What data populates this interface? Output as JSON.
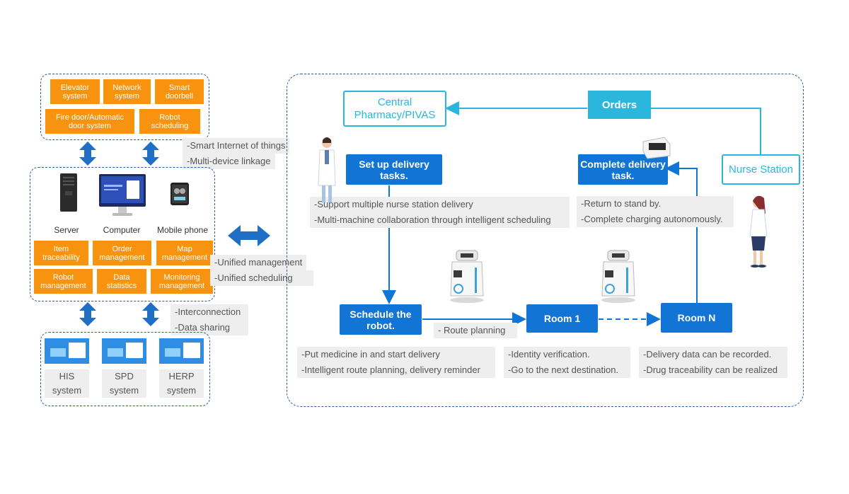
{
  "left": {
    "iot_boxes": [
      "Elevator system",
      "Network system",
      "Smart doorbell",
      "Fire door/Automatic door system",
      "Robot scheduling"
    ],
    "iot_notes": [
      "-Smart Internet of things",
      "-Multi-device linkage"
    ],
    "devices": [
      "Server",
      "Computer",
      "Mobile phone"
    ],
    "mgmt_boxes": [
      "Item traceability",
      "Order management",
      "Map management",
      "Robot management",
      "Data statistics",
      "Monitoring management"
    ],
    "mgmt_notes": [
      "-Unified management",
      "-Unified scheduling"
    ],
    "sys_notes": [
      "-Interconnection",
      "-Data sharing"
    ],
    "systems": [
      {
        "name": "HIS",
        "sub": "system"
      },
      {
        "name": "SPD",
        "sub": "system"
      },
      {
        "name": "HERP",
        "sub": "system"
      }
    ]
  },
  "flow": {
    "central_pharmacy": "Central Pharmacy/PIVAS",
    "orders": "Orders",
    "nurse_station": "Nurse Station",
    "setup": "Set up delivery tasks.",
    "setup_notes": [
      "-Support multiple nurse station delivery",
      "-Multi-machine collaboration through intelligent scheduling"
    ],
    "complete": "Complete delivery task.",
    "complete_notes": [
      "-Return to stand by.",
      "-Complete charging autonomously."
    ],
    "schedule": "Schedule the robot.",
    "route": "- Route planning",
    "room1": "Room 1",
    "roomN": "Room N",
    "schedule_notes": [
      "-Put medicine in and start delivery",
      "-Intelligent route planning, delivery reminder"
    ],
    "room1_notes": [
      "-Identity verification.",
      "-Go to the next destination."
    ],
    "roomN_notes": [
      "-Delivery data can be recorded.",
      "-Drug traceability can be realized"
    ]
  },
  "colors": {
    "orange": "#f7930e",
    "blue": "#1274d4",
    "cyan": "#2ab6dd",
    "dash": "#2f5d9e"
  }
}
